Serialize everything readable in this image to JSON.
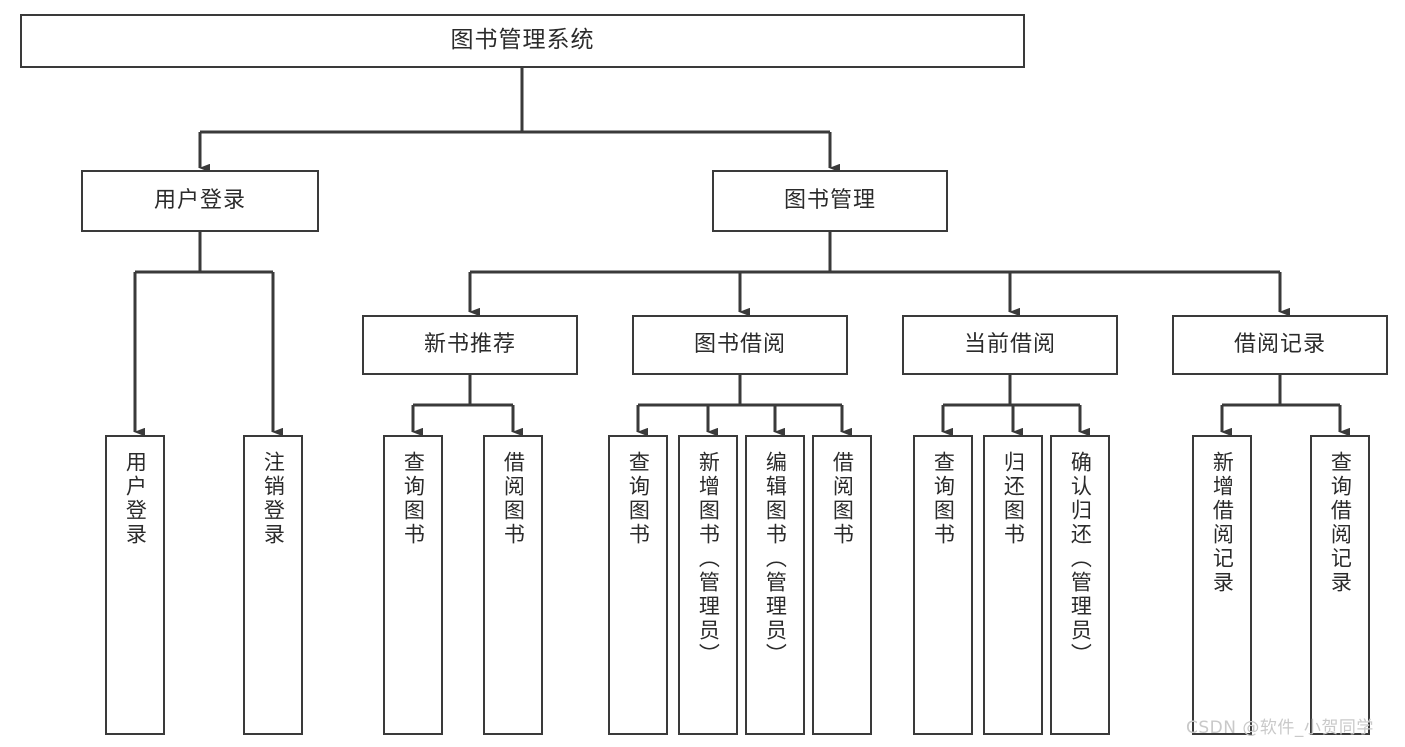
{
  "diagram": {
    "title": "图书管理系统",
    "type": "tree",
    "orientation": "top-down",
    "colors": {
      "node_border": "#3a3a3a",
      "node_fill": "#ffffff",
      "edge": "#3a3a3a",
      "text": "#2b2b2b",
      "watermark": "#c9c9c9",
      "background": "#ffffff"
    },
    "root": {
      "label": "图书管理系统"
    },
    "level1": [
      {
        "id": "user-login",
        "label": "用户登录"
      },
      {
        "id": "book-manage",
        "label": "图书管理"
      }
    ],
    "level2": [
      {
        "id": "new-book-recommend",
        "label": "新书推荐",
        "parent": "book-manage"
      },
      {
        "id": "book-borrow",
        "label": "图书借阅",
        "parent": "book-manage"
      },
      {
        "id": "current-borrow",
        "label": "当前借阅",
        "parent": "book-manage"
      },
      {
        "id": "borrow-record",
        "label": "借阅记录",
        "parent": "book-manage"
      }
    ],
    "leaves": [
      {
        "id": "leaf-user-login",
        "label": "用户登录",
        "parent": "user-login"
      },
      {
        "id": "leaf-logout",
        "label": "注销登录",
        "parent": "user-login"
      },
      {
        "id": "leaf-query-book-1",
        "label": "查询图书",
        "parent": "new-book-recommend"
      },
      {
        "id": "leaf-borrow-book-1",
        "label": "借阅图书",
        "parent": "new-book-recommend"
      },
      {
        "id": "leaf-query-book-2",
        "label": "查询图书",
        "parent": "book-borrow"
      },
      {
        "id": "leaf-add-book",
        "label": "新增图书（管理员）",
        "parent": "book-borrow"
      },
      {
        "id": "leaf-edit-book",
        "label": "编辑图书（管理员）",
        "parent": "book-borrow"
      },
      {
        "id": "leaf-borrow-book-2",
        "label": "借阅图书",
        "parent": "book-borrow"
      },
      {
        "id": "leaf-query-book-3",
        "label": "查询图书",
        "parent": "current-borrow"
      },
      {
        "id": "leaf-return-book",
        "label": "归还图书",
        "parent": "current-borrow"
      },
      {
        "id": "leaf-confirm-return",
        "label": "确认归还（管理员）",
        "parent": "current-borrow"
      },
      {
        "id": "leaf-add-record",
        "label": "新增借阅记录",
        "parent": "borrow-record"
      },
      {
        "id": "leaf-query-record",
        "label": "查询借阅记录",
        "parent": "borrow-record"
      }
    ],
    "watermark": "CSDN @软件_小贺同学"
  }
}
